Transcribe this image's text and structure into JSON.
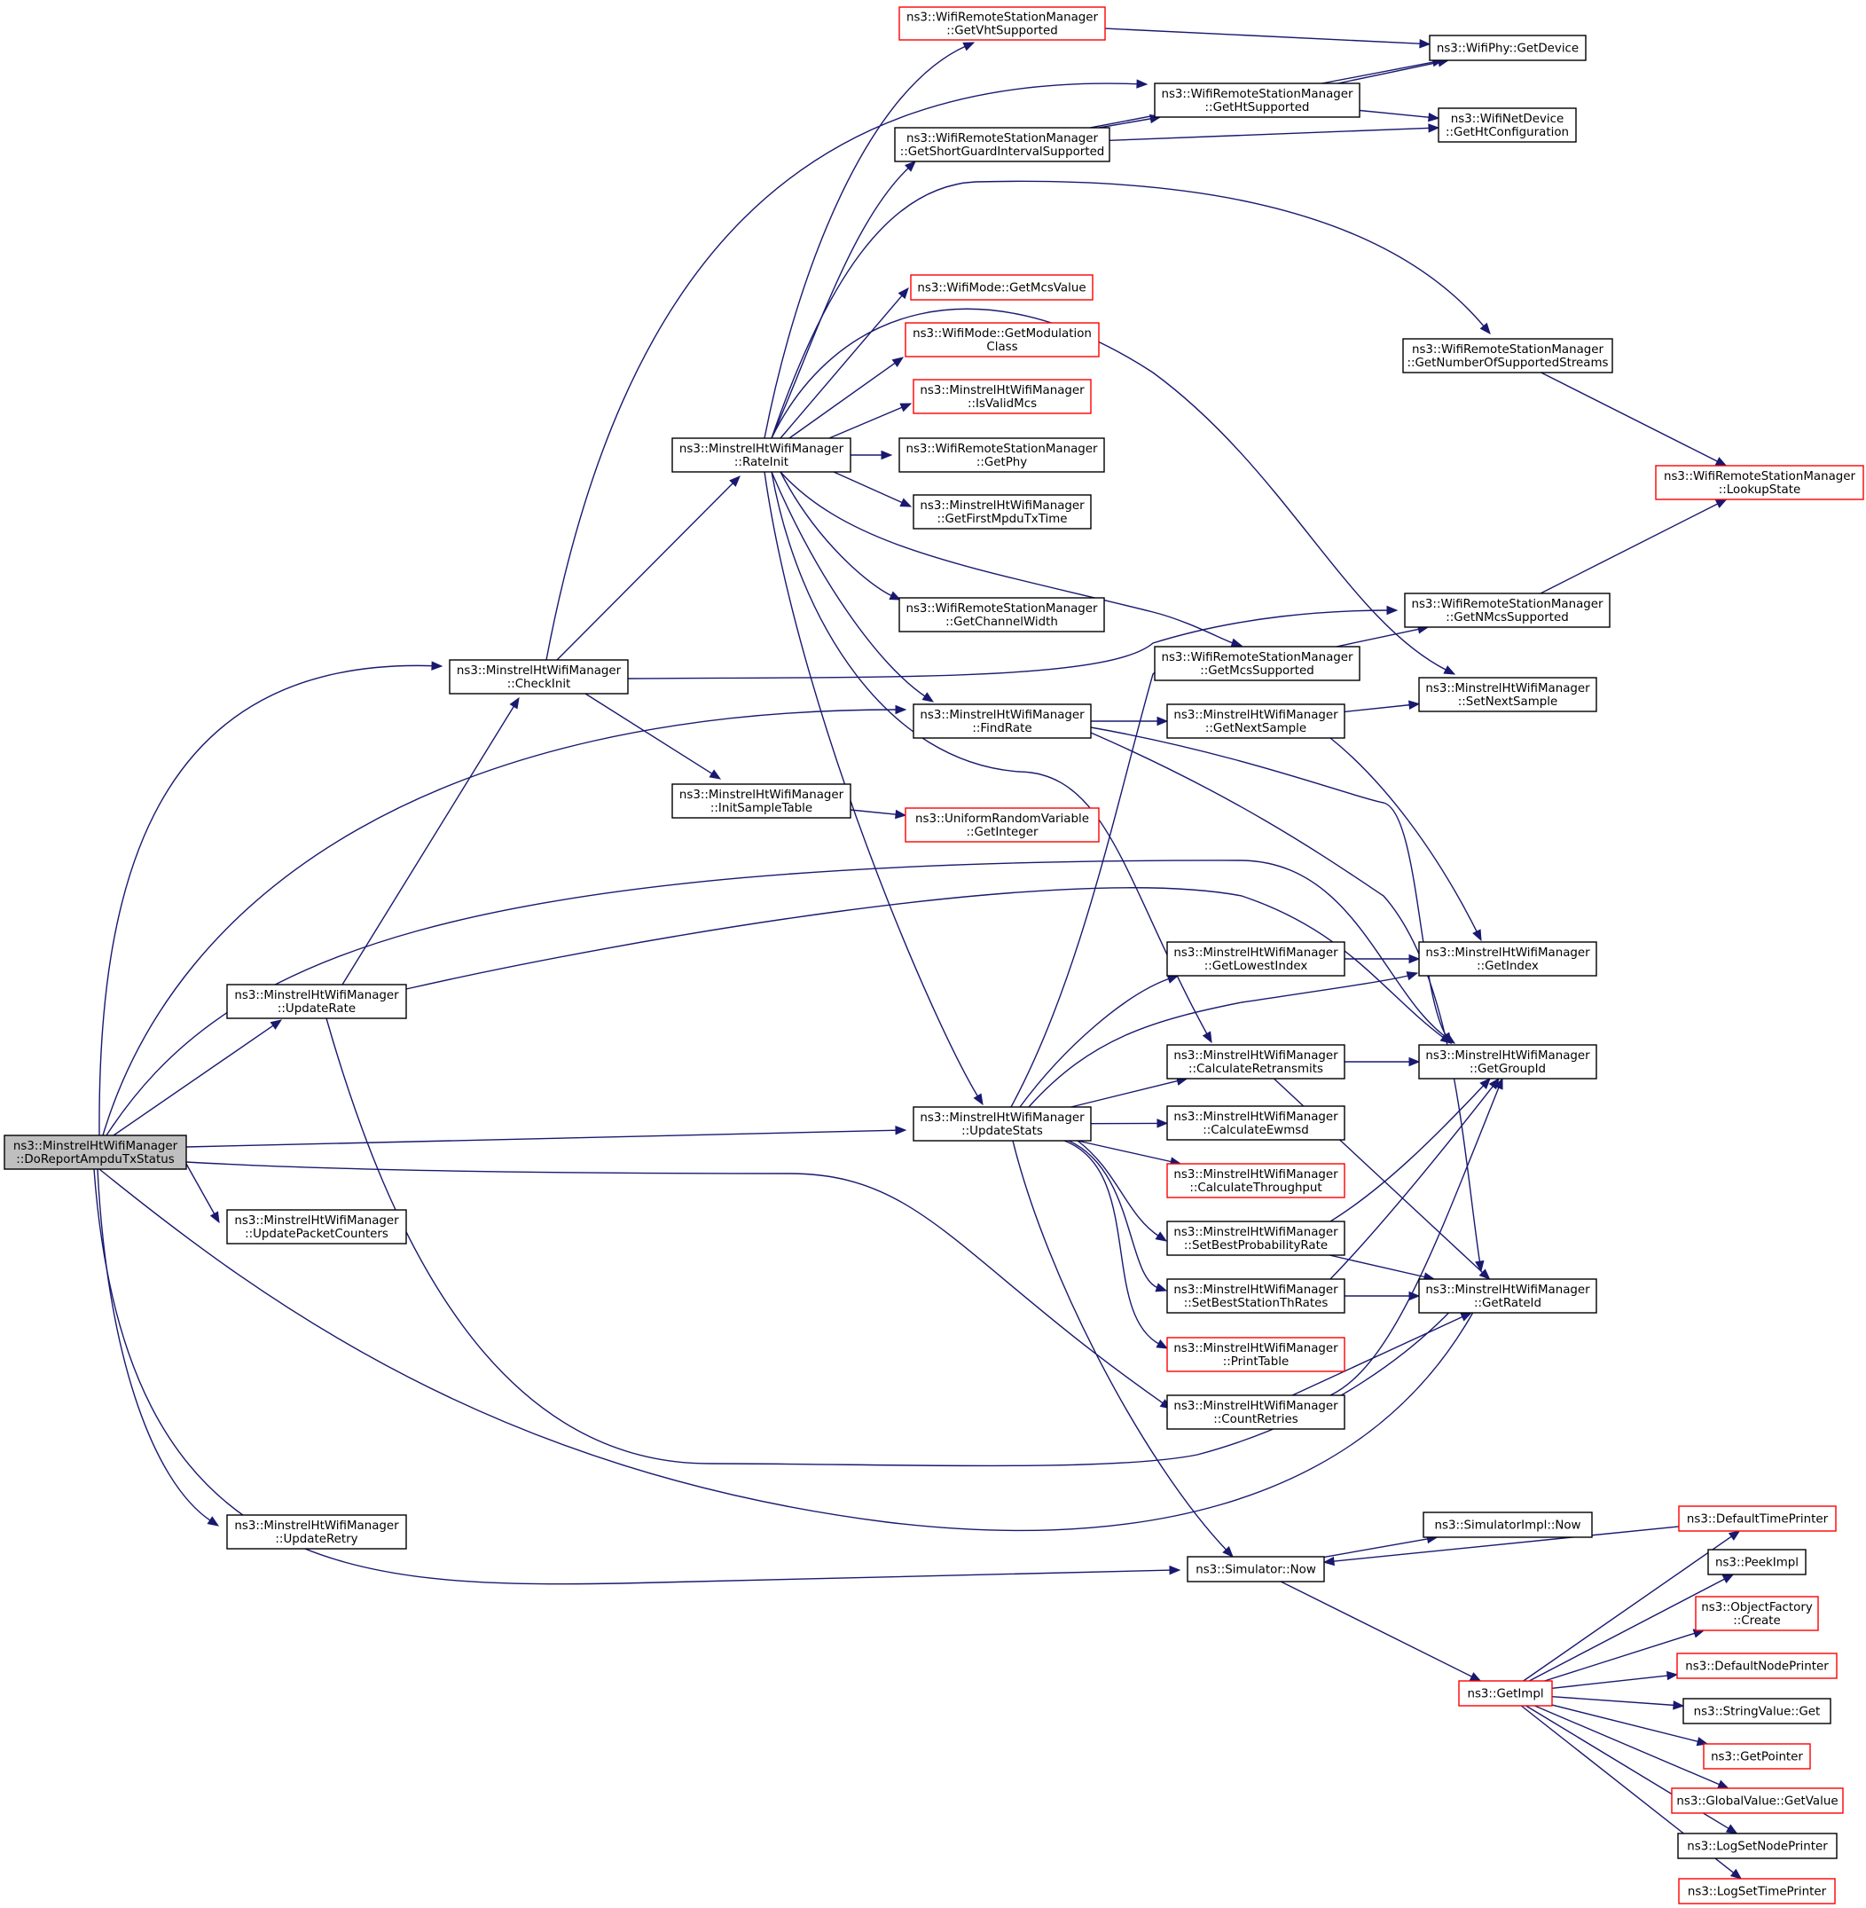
{
  "colors": {
    "edge": "#191970",
    "border_normal": "#000000",
    "border_truncated": "#ff0000",
    "root_fill": "#bfbfbf",
    "node_fill": "#ffffff"
  },
  "nodes": [
    {
      "id": "root",
      "lines": [
        "ns3::MinstrelHtWifiManager",
        "::DoReportAmpduTxStatus"
      ],
      "style": "root"
    },
    {
      "id": "checkinit",
      "lines": [
        "ns3::MinstrelHtWifiManager",
        "::CheckInit"
      ],
      "style": "normal"
    },
    {
      "id": "updaterate",
      "lines": [
        "ns3::MinstrelHtWifiManager",
        "::UpdateRate"
      ],
      "style": "normal"
    },
    {
      "id": "updatepacketcounters",
      "lines": [
        "ns3::MinstrelHtWifiManager",
        "::UpdatePacketCounters"
      ],
      "style": "normal"
    },
    {
      "id": "updateretry",
      "lines": [
        "ns3::MinstrelHtWifiManager",
        "::UpdateRetry"
      ],
      "style": "normal"
    },
    {
      "id": "rateinit",
      "lines": [
        "ns3::MinstrelHtWifiManager",
        "::RateInit"
      ],
      "style": "normal"
    },
    {
      "id": "initsampletable",
      "lines": [
        "ns3::MinstrelHtWifiManager",
        "::InitSampleTable"
      ],
      "style": "normal"
    },
    {
      "id": "getvhtsupported",
      "lines": [
        "ns3::WifiRemoteStationManager",
        "::GetVhtSupported"
      ],
      "style": "truncated"
    },
    {
      "id": "getshortguard",
      "lines": [
        "ns3::WifiRemoteStationManager",
        "::GetShortGuardIntervalSupported"
      ],
      "style": "normal"
    },
    {
      "id": "gethtsupported",
      "lines": [
        "ns3::WifiRemoteStationManager",
        "::GetHtSupported"
      ],
      "style": "normal"
    },
    {
      "id": "getmcsvalue",
      "lines": [
        "ns3::WifiMode::GetMcsValue"
      ],
      "style": "truncated"
    },
    {
      "id": "getmodulationclass",
      "lines": [
        "ns3::WifiMode::GetModulation",
        "Class"
      ],
      "style": "truncated"
    },
    {
      "id": "isvalidmcs",
      "lines": [
        "ns3::MinstrelHtWifiManager",
        "::IsValidMcs"
      ],
      "style": "truncated"
    },
    {
      "id": "getphy",
      "lines": [
        "ns3::WifiRemoteStationManager",
        "::GetPhy"
      ],
      "style": "normal"
    },
    {
      "id": "getfirstmpdu",
      "lines": [
        "ns3::MinstrelHtWifiManager",
        "::GetFirstMpduTxTime"
      ],
      "style": "normal"
    },
    {
      "id": "getchannelwidth",
      "lines": [
        "ns3::WifiRemoteStationManager",
        "::GetChannelWidth"
      ],
      "style": "normal"
    },
    {
      "id": "findrate",
      "lines": [
        "ns3::MinstrelHtWifiManager",
        "::FindRate"
      ],
      "style": "normal"
    },
    {
      "id": "getinteger",
      "lines": [
        "ns3::UniformRandomVariable",
        "::GetInteger"
      ],
      "style": "truncated"
    },
    {
      "id": "updatestats",
      "lines": [
        "ns3::MinstrelHtWifiManager",
        "::UpdateStats"
      ],
      "style": "normal"
    },
    {
      "id": "getmcssupported",
      "lines": [
        "ns3::WifiRemoteStationManager",
        "::GetMcsSupported"
      ],
      "style": "normal"
    },
    {
      "id": "getnextsample",
      "lines": [
        "ns3::MinstrelHtWifiManager",
        "::GetNextSample"
      ],
      "style": "normal"
    },
    {
      "id": "getlowestindex",
      "lines": [
        "ns3::MinstrelHtWifiManager",
        "::GetLowestIndex"
      ],
      "style": "normal"
    },
    {
      "id": "calcretransmits",
      "lines": [
        "ns3::MinstrelHtWifiManager",
        "::CalculateRetransmits"
      ],
      "style": "normal"
    },
    {
      "id": "calcewmsd",
      "lines": [
        "ns3::MinstrelHtWifiManager",
        "::CalculateEwmsd"
      ],
      "style": "normal"
    },
    {
      "id": "calcthroughput",
      "lines": [
        "ns3::MinstrelHtWifiManager",
        "::CalculateThroughput"
      ],
      "style": "truncated"
    },
    {
      "id": "setbestprob",
      "lines": [
        "ns3::MinstrelHtWifiManager",
        "::SetBestProbabilityRate"
      ],
      "style": "normal"
    },
    {
      "id": "setbeststation",
      "lines": [
        "ns3::MinstrelHtWifiManager",
        "::SetBestStationThRates"
      ],
      "style": "normal"
    },
    {
      "id": "printtable",
      "lines": [
        "ns3::MinstrelHtWifiManager",
        "::PrintTable"
      ],
      "style": "truncated"
    },
    {
      "id": "countretries",
      "lines": [
        "ns3::MinstrelHtWifiManager",
        "::CountRetries"
      ],
      "style": "normal"
    },
    {
      "id": "simnow",
      "lines": [
        "ns3::Simulator::Now"
      ],
      "style": "normal"
    },
    {
      "id": "wifiphygetdevice",
      "lines": [
        "ns3::WifiPhy::GetDevice"
      ],
      "style": "normal"
    },
    {
      "id": "gethtconfig",
      "lines": [
        "ns3::WifiNetDevice",
        "::GetHtConfiguration"
      ],
      "style": "normal"
    },
    {
      "id": "getnumstreams",
      "lines": [
        "ns3::WifiRemoteStationManager",
        "::GetNumberOfSupportedStreams"
      ],
      "style": "normal"
    },
    {
      "id": "lookupstate",
      "lines": [
        "ns3::WifiRemoteStationManager",
        "::LookupState"
      ],
      "style": "truncated"
    },
    {
      "id": "getnmcs",
      "lines": [
        "ns3::WifiRemoteStationManager",
        "::GetNMcsSupported"
      ],
      "style": "normal"
    },
    {
      "id": "setnextsample",
      "lines": [
        "ns3::MinstrelHtWifiManager",
        "::SetNextSample"
      ],
      "style": "normal"
    },
    {
      "id": "getindex",
      "lines": [
        "ns3::MinstrelHtWifiManager",
        "::GetIndex"
      ],
      "style": "normal"
    },
    {
      "id": "getgroupid",
      "lines": [
        "ns3::MinstrelHtWifiManager",
        "::GetGroupId"
      ],
      "style": "normal"
    },
    {
      "id": "getrateid",
      "lines": [
        "ns3::MinstrelHtWifiManager",
        "::GetRateId"
      ],
      "style": "normal"
    },
    {
      "id": "simimplnow",
      "lines": [
        "ns3::SimulatorImpl::Now"
      ],
      "style": "normal"
    },
    {
      "id": "getimpl",
      "lines": [
        "ns3::GetImpl"
      ],
      "style": "truncated"
    },
    {
      "id": "defaulttimeprinter",
      "lines": [
        "ns3::DefaultTimePrinter"
      ],
      "style": "truncated"
    },
    {
      "id": "peekimpl",
      "lines": [
        "ns3::PeekImpl"
      ],
      "style": "normal"
    },
    {
      "id": "objfactorycreate",
      "lines": [
        "ns3::ObjectFactory",
        "::Create"
      ],
      "style": "truncated"
    },
    {
      "id": "defaultnodeprinter",
      "lines": [
        "ns3::DefaultNodePrinter"
      ],
      "style": "truncated"
    },
    {
      "id": "stringvalueget",
      "lines": [
        "ns3::StringValue::Get"
      ],
      "style": "normal"
    },
    {
      "id": "getpointer",
      "lines": [
        "ns3::GetPointer"
      ],
      "style": "truncated"
    },
    {
      "id": "globalvaluegetvalue",
      "lines": [
        "ns3::GlobalValue::GetValue"
      ],
      "style": "truncated"
    },
    {
      "id": "logsetnodeprinter",
      "lines": [
        "ns3::LogSetNodePrinter"
      ],
      "style": "normal"
    },
    {
      "id": "logsettimeprinter",
      "lines": [
        "ns3::LogSetTimePrinter"
      ],
      "style": "truncated"
    }
  ],
  "edges": [
    [
      "root",
      "checkinit"
    ],
    [
      "root",
      "updaterate"
    ],
    [
      "root",
      "findrate"
    ],
    [
      "root",
      "getgroupid"
    ],
    [
      "root",
      "updatestats"
    ],
    [
      "root",
      "countretries"
    ],
    [
      "root",
      "getrateid"
    ],
    [
      "root",
      "updatepacketcounters"
    ],
    [
      "root",
      "updateretry"
    ],
    [
      "root",
      "simnow"
    ],
    [
      "checkinit",
      "rateinit"
    ],
    [
      "checkinit",
      "gethtsupported"
    ],
    [
      "checkinit",
      "getnmcs"
    ],
    [
      "checkinit",
      "initsampletable"
    ],
    [
      "updaterate",
      "checkinit"
    ],
    [
      "updaterate",
      "getgroupid"
    ],
    [
      "updaterate",
      "getrateid"
    ],
    [
      "rateinit",
      "getvhtsupported"
    ],
    [
      "rateinit",
      "getshortguard"
    ],
    [
      "rateinit",
      "getnumstreams"
    ],
    [
      "rateinit",
      "setnextsample"
    ],
    [
      "rateinit",
      "getmcsvalue"
    ],
    [
      "rateinit",
      "getmodulationclass"
    ],
    [
      "rateinit",
      "isvalidmcs"
    ],
    [
      "rateinit",
      "getphy"
    ],
    [
      "rateinit",
      "getfirstmpdu"
    ],
    [
      "rateinit",
      "getchannelwidth"
    ],
    [
      "rateinit",
      "getmcssupported"
    ],
    [
      "rateinit",
      "findrate"
    ],
    [
      "rateinit",
      "calcretransmits"
    ],
    [
      "rateinit",
      "updatestats"
    ],
    [
      "initsampletable",
      "getinteger"
    ],
    [
      "getvhtsupported",
      "wifiphygetdevice"
    ],
    [
      "getshortguard",
      "gethtsupported"
    ],
    [
      "getshortguard",
      "wifiphygetdevice"
    ],
    [
      "getshortguard",
      "gethtconfig"
    ],
    [
      "gethtsupported",
      "wifiphygetdevice"
    ],
    [
      "gethtsupported",
      "gethtconfig"
    ],
    [
      "getnumstreams",
      "lookupstate"
    ],
    [
      "getnmcs",
      "lookupstate"
    ],
    [
      "getmcssupported",
      "getnmcs"
    ],
    [
      "findrate",
      "getnextsample"
    ],
    [
      "findrate",
      "getgroupid"
    ],
    [
      "findrate",
      "getrateid"
    ],
    [
      "getnextsample",
      "setnextsample"
    ],
    [
      "getnextsample",
      "getindex"
    ],
    [
      "updatestats",
      "getmcssupported"
    ],
    [
      "updatestats",
      "getlowestindex"
    ],
    [
      "updatestats",
      "getindex"
    ],
    [
      "updatestats",
      "calcretransmits"
    ],
    [
      "updatestats",
      "calcewmsd"
    ],
    [
      "updatestats",
      "calcthroughput"
    ],
    [
      "updatestats",
      "setbestprob"
    ],
    [
      "updatestats",
      "setbeststation"
    ],
    [
      "updatestats",
      "printtable"
    ],
    [
      "updatestats",
      "simnow"
    ],
    [
      "getlowestindex",
      "getindex"
    ],
    [
      "calcretransmits",
      "getgroupid"
    ],
    [
      "calcretransmits",
      "getrateid"
    ],
    [
      "setbestprob",
      "getgroupid"
    ],
    [
      "setbestprob",
      "getrateid"
    ],
    [
      "setbeststation",
      "getgroupid"
    ],
    [
      "setbeststation",
      "getrateid"
    ],
    [
      "countretries",
      "getgroupid"
    ],
    [
      "countretries",
      "getrateid"
    ],
    [
      "simnow",
      "simimplnow"
    ],
    [
      "simnow",
      "getimpl"
    ],
    [
      "defaulttimeprinter",
      "simnow"
    ],
    [
      "getimpl",
      "defaulttimeprinter"
    ],
    [
      "getimpl",
      "peekimpl"
    ],
    [
      "getimpl",
      "objfactorycreate"
    ],
    [
      "getimpl",
      "defaultnodeprinter"
    ],
    [
      "getimpl",
      "stringvalueget"
    ],
    [
      "getimpl",
      "getpointer"
    ],
    [
      "getimpl",
      "globalvaluegetvalue"
    ],
    [
      "getimpl",
      "logsetnodeprinter"
    ],
    [
      "getimpl",
      "logsettimeprinter"
    ]
  ]
}
